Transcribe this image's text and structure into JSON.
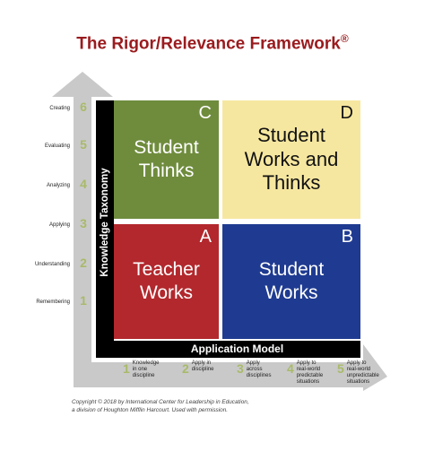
{
  "title": "The Rigor/Relevance Framework",
  "title_mark": "®",
  "axes": {
    "y_label": "Knowledge Taxonomy",
    "x_label": "Application Model"
  },
  "knowledge_levels": [
    {
      "num": "6",
      "label": "Creating"
    },
    {
      "num": "5",
      "label": "Evaluating"
    },
    {
      "num": "4",
      "label": "Analyzing"
    },
    {
      "num": "3",
      "label": "Applying"
    },
    {
      "num": "2",
      "label": "Understanding"
    },
    {
      "num": "1",
      "label": "Remembering"
    }
  ],
  "application_levels": [
    {
      "num": "1",
      "label": "Knowledge\nin one\ndiscipline"
    },
    {
      "num": "2",
      "label": "Apply in\ndiscipline"
    },
    {
      "num": "3",
      "label": "Apply\nacross\ndisciplines"
    },
    {
      "num": "4",
      "label": "Apply to\nreal-world\npredictable\nsituations"
    },
    {
      "num": "5",
      "label": "Apply to\nreal-world\nunpredictable\nsituations"
    }
  ],
  "quadrants": {
    "C": {
      "letter": "C",
      "text": "Student\nThinks",
      "color": "#6f8c3d"
    },
    "D": {
      "letter": "D",
      "text": "Student\nWorks and\nThinks",
      "color": "#f6e7a0"
    },
    "A": {
      "letter": "A",
      "text": "Teacher\nWorks",
      "color": "#b2282d"
    },
    "B": {
      "letter": "B",
      "text": "Student\nWorks",
      "color": "#1f3b91"
    }
  },
  "copyright": {
    "line1": "Copyright © 2018 by International Center for Leadership in Education,",
    "line2": "a division of Houghton Mifflin Harcourt. Used with permission."
  },
  "colors": {
    "title": "#9a1b1e",
    "arrow": "#c9c9c9",
    "level_number": "#a8ba6a"
  }
}
